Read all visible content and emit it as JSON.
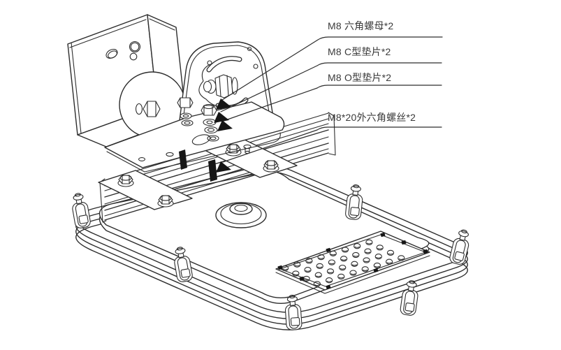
{
  "figure": {
    "background": "#ffffff",
    "line_color": "#2d2d2d",
    "text_color": "#3a3a3a",
    "arrow_color": "#161616",
    "callouts": [
      {
        "part": "hex-nut",
        "label": "M8  六角螺母*2"
      },
      {
        "part": "c-washer",
        "label": "M8 C型垫片*2"
      },
      {
        "part": "o-washer",
        "label": "M8 O型垫片*2"
      },
      {
        "part": "hex-bolt",
        "label": "M8*20外六角螺丝*2"
      }
    ]
  }
}
